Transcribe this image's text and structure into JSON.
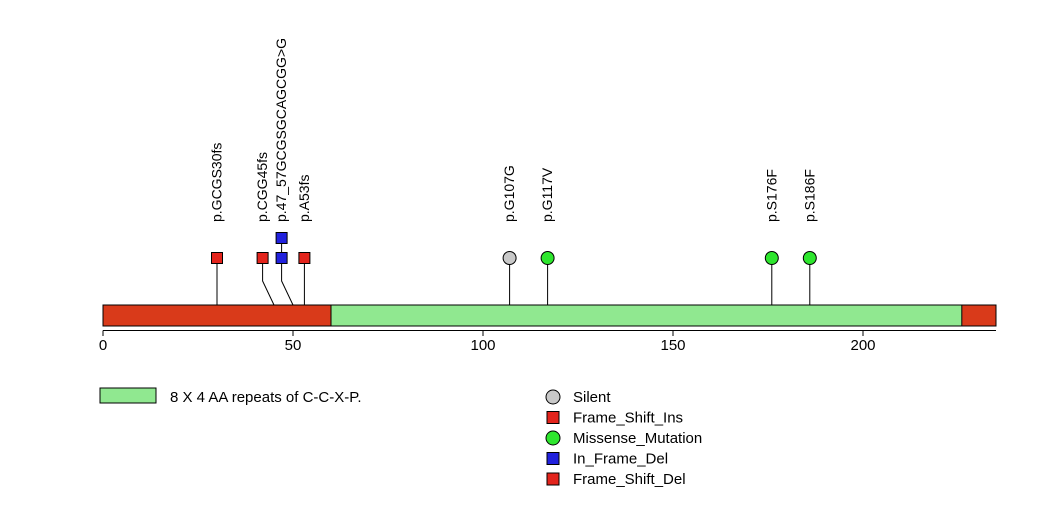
{
  "chart_data": {
    "type": "lollipop",
    "title": "",
    "protein_length": 235,
    "axis_range": [
      0,
      235
    ],
    "x_ticks": [
      0,
      50,
      100,
      150,
      200
    ],
    "backbone_color": "#d93a1a",
    "colors": {
      "frame_shift": "#e3241c",
      "missense": "#2ee62e",
      "in_frame_del": "#2121dd",
      "silent": "#c8c8c8",
      "repeat_domain": "#90e890",
      "stem": "#000000"
    },
    "domains": [
      {
        "start": 60,
        "end": 226,
        "color": "#90e890",
        "label": "8 X 4 AA repeats of C-C-X-P."
      }
    ],
    "mutations": [
      {
        "label": "p.GCGS30fs",
        "pos": 30,
        "label_pos": 30,
        "shape": "square",
        "color": "#e3241c",
        "type": "Frame_Shift_Ins",
        "stack": 1
      },
      {
        "label": "p.CGG45fs",
        "pos": 45,
        "label_pos": 42,
        "shape": "square",
        "color": "#e3241c",
        "type": "Frame_Shift_Ins",
        "stack": 1
      },
      {
        "label": "p.47_57GCGSGCAGCGG>G",
        "pos": 50,
        "label_pos": 47,
        "shape": "square",
        "color": "#2121dd",
        "type": "In_Frame_Del",
        "stack": 2
      },
      {
        "label": "p.A53fs",
        "pos": 53,
        "label_pos": 53,
        "shape": "square",
        "color": "#e3241c",
        "type": "Frame_Shift_Del",
        "stack": 1
      },
      {
        "label": "p.G107G",
        "pos": 107,
        "label_pos": 107,
        "shape": "circle",
        "color": "#c8c8c8",
        "type": "Silent",
        "stack": 1
      },
      {
        "label": "p.G117V",
        "pos": 117,
        "label_pos": 117,
        "shape": "circle",
        "color": "#2ee62e",
        "type": "Missense_Mutation",
        "stack": 1
      },
      {
        "label": "p.S176F",
        "pos": 176,
        "label_pos": 176,
        "shape": "circle",
        "color": "#2ee62e",
        "type": "Missense_Mutation",
        "stack": 1
      },
      {
        "label": "p.S186F",
        "pos": 186,
        "label_pos": 186,
        "shape": "circle",
        "color": "#2ee62e",
        "type": "Missense_Mutation",
        "stack": 1
      }
    ],
    "legend": {
      "domain": {
        "label": "8 X 4 AA repeats of C-C-X-P.",
        "color": "#90e890"
      },
      "mutation_types": [
        {
          "label": "Silent",
          "shape": "circle",
          "color": "#c8c8c8"
        },
        {
          "label": "Frame_Shift_Ins",
          "shape": "square",
          "color": "#e3241c"
        },
        {
          "label": "Missense_Mutation",
          "shape": "circle",
          "color": "#2ee62e"
        },
        {
          "label": "In_Frame_Del",
          "shape": "square",
          "color": "#2121dd"
        },
        {
          "label": "Frame_Shift_Del",
          "shape": "square",
          "color": "#e3241c"
        }
      ]
    }
  }
}
